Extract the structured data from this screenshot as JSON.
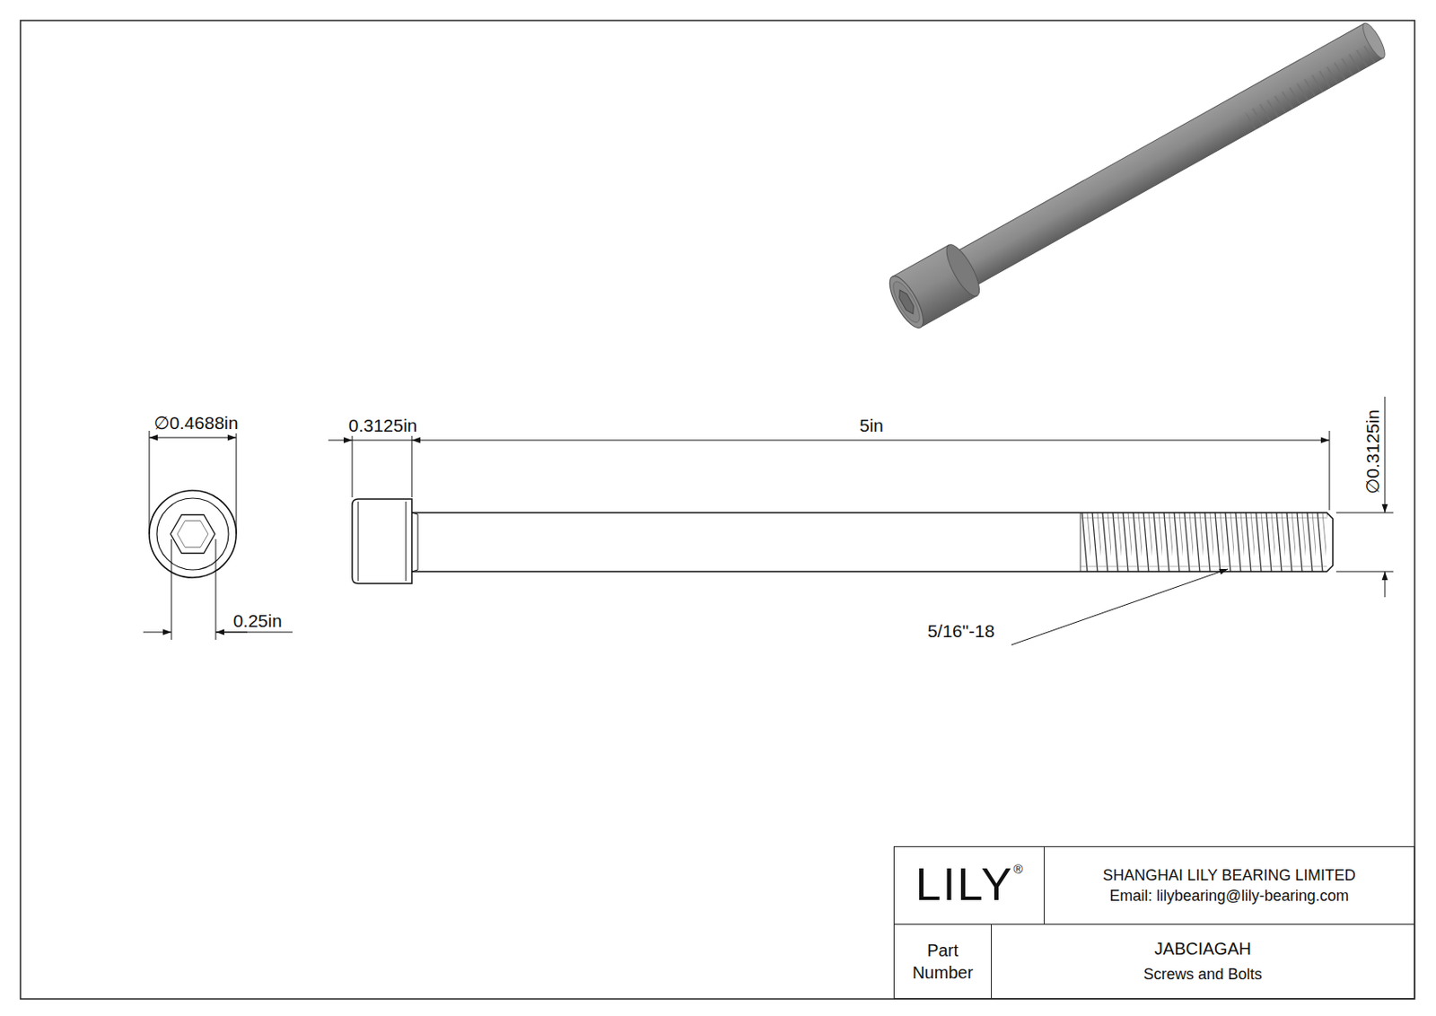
{
  "diagram": {
    "nodes": [
      {
        "text": [
          "LILY",
          "®"
        ]
      },
      {
        "text": [
          "SHANGHAI LILY BEARING LIMITED",
          "Email: lilybearing@lily-bearing.com"
        ]
      },
      {
        "text": [
          "Part Number"
        ]
      },
      {
        "text": [
          "JABCIAGAH",
          "Screws and Bolts"
        ]
      }
    ],
    "labels": [
      "∅0.4688in",
      "0.3125in",
      "5in",
      "∅0.3125in",
      "0.25in",
      "5/16\"-18"
    ]
  }
}
